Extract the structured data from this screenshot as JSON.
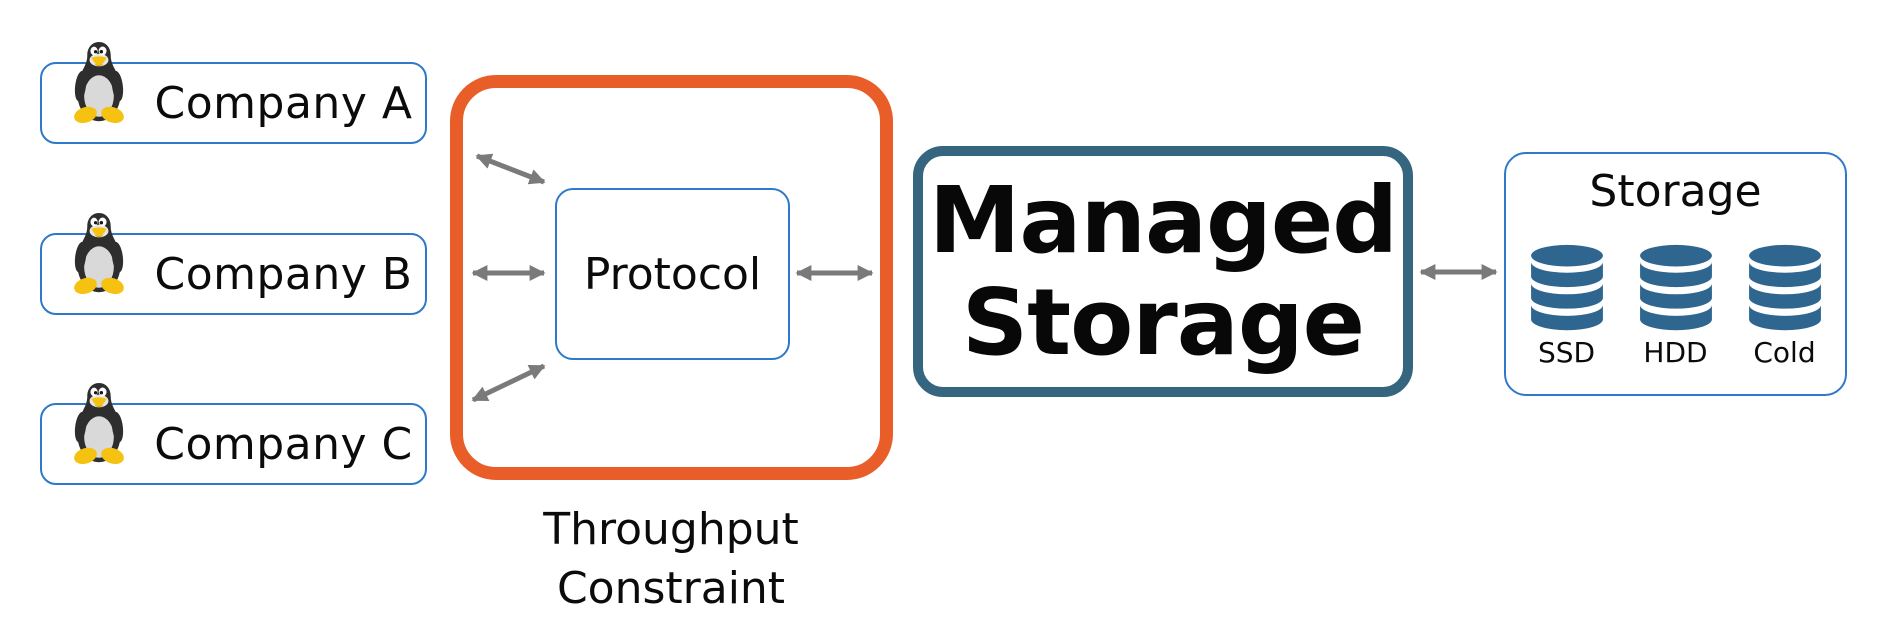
{
  "clients": [
    {
      "label": "Company A"
    },
    {
      "label": "Company B"
    },
    {
      "label": "Company C"
    }
  ],
  "protocol": {
    "label": "Protocol"
  },
  "constraint": {
    "label": "Throughput Constraint"
  },
  "managed_storage": {
    "title": "Managed Storage"
  },
  "storage": {
    "title": "Storage",
    "tiers": [
      {
        "label": "SSD"
      },
      {
        "label": "HDD"
      },
      {
        "label": "Cold"
      }
    ]
  },
  "icons": {
    "client": "linux-tux-icon",
    "storage_tier": "database-cylinder-icon",
    "connector": "double-headed-arrow"
  },
  "colors": {
    "node_border_blue": "#2E79C9",
    "constraint_orange": "#E95E28",
    "managed_border_steel": "#35657F",
    "database_blue": "#2E6690",
    "arrow_gray": "#7A7A7A",
    "text_black": "#0B0B0B"
  }
}
